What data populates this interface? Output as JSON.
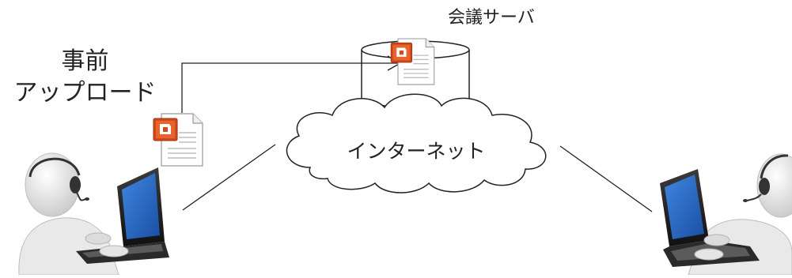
{
  "diagram": {
    "server": {
      "label": "会議サーバ"
    },
    "upload": {
      "line1": "事前",
      "line2": "アップロード"
    },
    "network": {
      "label": "インターネット"
    }
  },
  "colors": {
    "stroke": "#222222",
    "doc_icon_red": "#d04a1c",
    "laptop_screen": "#1f5fb8"
  },
  "icons": [
    "presentation-file-icon",
    "presentation-file-icon",
    "person-with-laptop",
    "person-with-laptop"
  ]
}
